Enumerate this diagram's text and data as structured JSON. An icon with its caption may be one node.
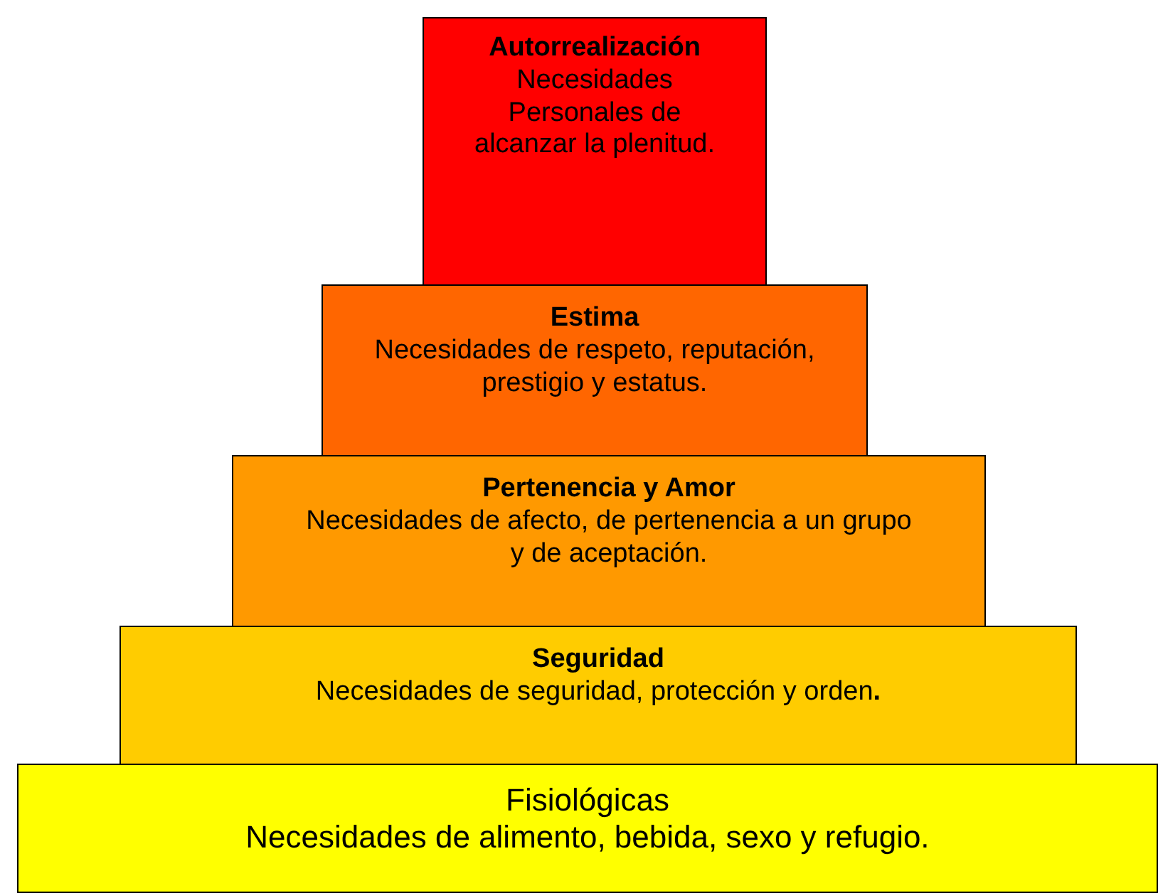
{
  "diagram": {
    "nodes": [
      {
        "text": [
          "Autorrealización",
          "Necesidades Personales de alcanzar la plenitud."
        ]
      },
      {
        "text": [
          "Estima",
          "Necesidades de respeto, reputación, prestigio y estatus."
        ]
      },
      {
        "text": [
          "Pertenencia y Amor",
          "Necesidades de afecto, de pertenencia a un grupo y de aceptación."
        ]
      },
      {
        "text": [
          "Seguridad",
          "Necesidades de seguridad, protección y orden**.**"
        ]
      },
      {
        "text": [
          "Fisiológicas",
          "Necesidades de alimento, bebida, sexo y refugio."
        ]
      }
    ]
  }
}
